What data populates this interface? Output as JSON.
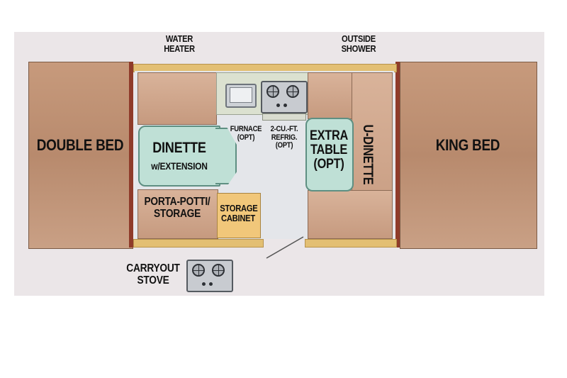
{
  "labels": {
    "water_heater": [
      "WATER",
      "HEATER"
    ],
    "outside_shower": [
      "OUTSIDE",
      "SHOWER"
    ],
    "double_bed": "DOUBLE BED",
    "king_bed": "KING BED",
    "dinette": "DINETTE",
    "dinette_ext": "w/EXTENSION",
    "furnace": [
      "FURNACE",
      "(OPT)"
    ],
    "refrig": [
      "2-CU.-FT.",
      "REFRIG.",
      "(OPT)"
    ],
    "extra_table": [
      "EXTRA",
      "TABLE",
      "(OPT)"
    ],
    "u_dinette": "U-DINETTE",
    "porta_potti": [
      "PORTA-POTTI/",
      "STORAGE"
    ],
    "storage_cabinet": [
      "STORAGE",
      "CABINET"
    ],
    "carryout_stove": [
      "CARRYOUT",
      "STOVE"
    ]
  },
  "colors": {
    "panel": "#ebe6e8",
    "bed": "#c79a7c",
    "bed_edge": "#8f3b2a",
    "teal": "#bfe0d6",
    "cabinet": "#f1c77a",
    "floor": "#e4e6ea"
  }
}
